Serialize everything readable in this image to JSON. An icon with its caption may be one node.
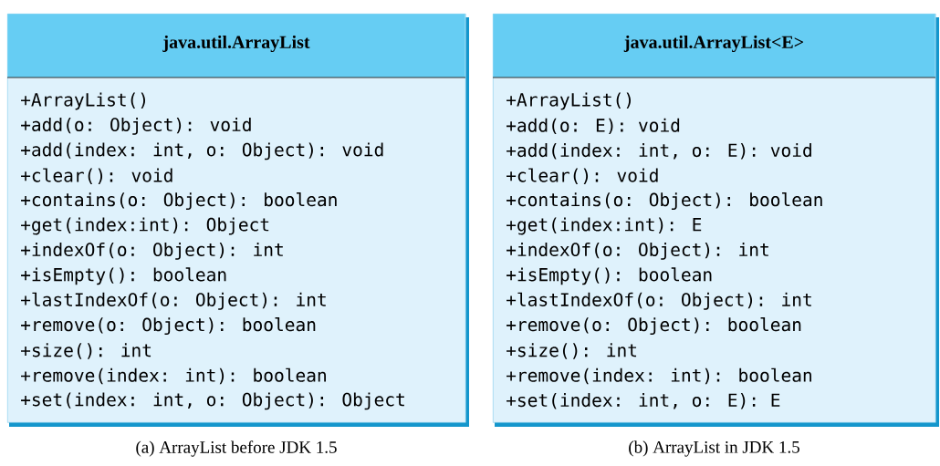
{
  "diagram": {
    "nodes": [
      {
        "text": [
          "java.util.ArrayList",
          "+ArrayList()",
          "+add(o: Object): void",
          "+add(index: int, o: Object): void",
          "+clear(): void",
          "+contains(o: Object): boolean",
          "+get(index:int): Object",
          "+indexOf(o: Object): int",
          "+isEmpty(): boolean",
          "+lastIndexOf(o: Object): int",
          "+remove(o: Object): boolean",
          "+size(): int",
          "+remove(index: int): boolean",
          "+set(index: int, o: Object): Object"
        ],
        "beside": [
          "(a) ArrayList before JDK 1.5"
        ]
      },
      {
        "text": [
          "java.util.ArrayList<E>",
          "+ArrayList()",
          "+add(o: E): void",
          "+add(index: int, o: E): void",
          "+clear(): void",
          "+contains(o: Object): boolean",
          "+get(index:int): E",
          "+indexOf(o: Object): int",
          "+isEmpty(): boolean",
          "+lastIndexOf(o: Object): int",
          "+remove(o: Object): boolean",
          "+size(): int",
          "+remove(index: int): boolean",
          "+set(index: int, o: E): E"
        ],
        "beside": [
          "(b) ArrayList in JDK 1.5"
        ]
      }
    ]
  }
}
